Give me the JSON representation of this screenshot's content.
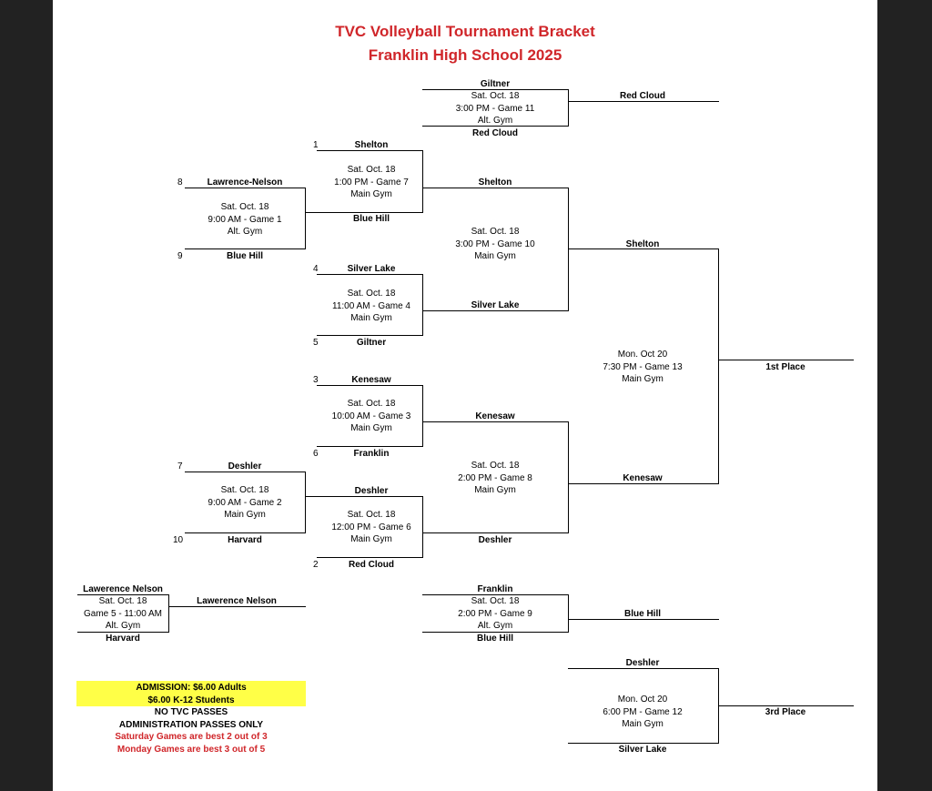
{
  "title": {
    "line1": "TVC Volleyball Tournament Bracket",
    "line2": "Franklin High School 2025"
  },
  "game11": {
    "team_top": "Giltner",
    "info": [
      "Sat. Oct. 18",
      "3:00 PM - Game 11",
      "Alt. Gym"
    ],
    "team_bottom": "Red Cloud",
    "winner": "Red Cloud"
  },
  "game7": {
    "seed_top": "1",
    "team_top": "Shelton",
    "info": [
      "Sat. Oct. 18",
      "1:00 PM - Game 7",
      "Main Gym"
    ],
    "team_bottom": "Blue Hill",
    "winner": "Shelton"
  },
  "game1": {
    "seed_top": "8",
    "team_top": "Lawrence-Nelson",
    "info": [
      "Sat. Oct. 18",
      "9:00 AM - Game 1",
      "Alt. Gym"
    ],
    "seed_bottom": "9",
    "team_bottom": "Blue Hill"
  },
  "game10": {
    "info": [
      "Sat. Oct. 18",
      "3:00 PM - Game 10",
      "Main Gym"
    ],
    "winner": "Shelton"
  },
  "game4": {
    "seed_top": "4",
    "team_top": "Silver Lake",
    "info": [
      "Sat. Oct. 18",
      "11:00 AM - Game 4",
      "Main Gym"
    ],
    "seed_bottom": "5",
    "team_bottom": "Giltner",
    "winner": "Silver Lake"
  },
  "game13": {
    "info": [
      "Mon. Oct 20",
      "7:30 PM - Game 13",
      "Main Gym"
    ],
    "winner": "1st Place"
  },
  "game3": {
    "seed_top": "3",
    "team_top": "Kenesaw",
    "info": [
      "Sat. Oct. 18",
      "10:00 AM - Game 3",
      "Main Gym"
    ],
    "seed_bottom": "6",
    "team_bottom": "Franklin",
    "winner": "Kenesaw"
  },
  "game8": {
    "info": [
      "Sat. Oct. 18",
      "2:00 PM - Game 8",
      "Main Gym"
    ],
    "winner": "Kenesaw"
  },
  "game2": {
    "seed_top": "7",
    "team_top": "Deshler",
    "info": [
      "Sat. Oct. 18",
      "9:00 AM - Game 2",
      "Main Gym"
    ],
    "seed_bottom": "10",
    "team_bottom": "Harvard"
  },
  "game6": {
    "team_top": "Deshler",
    "info": [
      "Sat. Oct. 18",
      "12:00 PM - Game 6",
      "Main Gym"
    ],
    "seed_bottom": "2",
    "team_bottom": "Red Cloud",
    "winner": "Deshler"
  },
  "game5": {
    "team_top": "Lawerence Nelson",
    "info": [
      "Sat. Oct. 18",
      "Game 5 - 11:00 AM",
      "Alt. Gym"
    ],
    "team_bottom": "Harvard",
    "winner": "Lawerence Nelson"
  },
  "game9": {
    "team_top": "Franklin",
    "info": [
      "Sat. Oct. 18",
      "2:00 PM - Game 9",
      "Alt. Gym"
    ],
    "team_bottom": "Blue Hill",
    "winner": "Blue Hill"
  },
  "game12": {
    "team_top": "Deshler",
    "info": [
      "Mon. Oct 20",
      "6:00 PM - Game 12",
      "Main Gym"
    ],
    "team_bottom": "Silver Lake",
    "winner": "3rd Place"
  },
  "admission": {
    "line1": "ADMISSION:  $6.00 Adults",
    "line2": "$6.00 K-12 Students",
    "line3": "NO TVC PASSES",
    "line4": "ADMINISTRATION PASSES ONLY",
    "line5": "Saturday Games are best 2 out of 3",
    "line6": "Monday Games are best 3 out of 5"
  },
  "colors": {
    "title_red": "#d0262a",
    "highlight_yellow": "#ffff47",
    "frame_dark": "#222222"
  }
}
